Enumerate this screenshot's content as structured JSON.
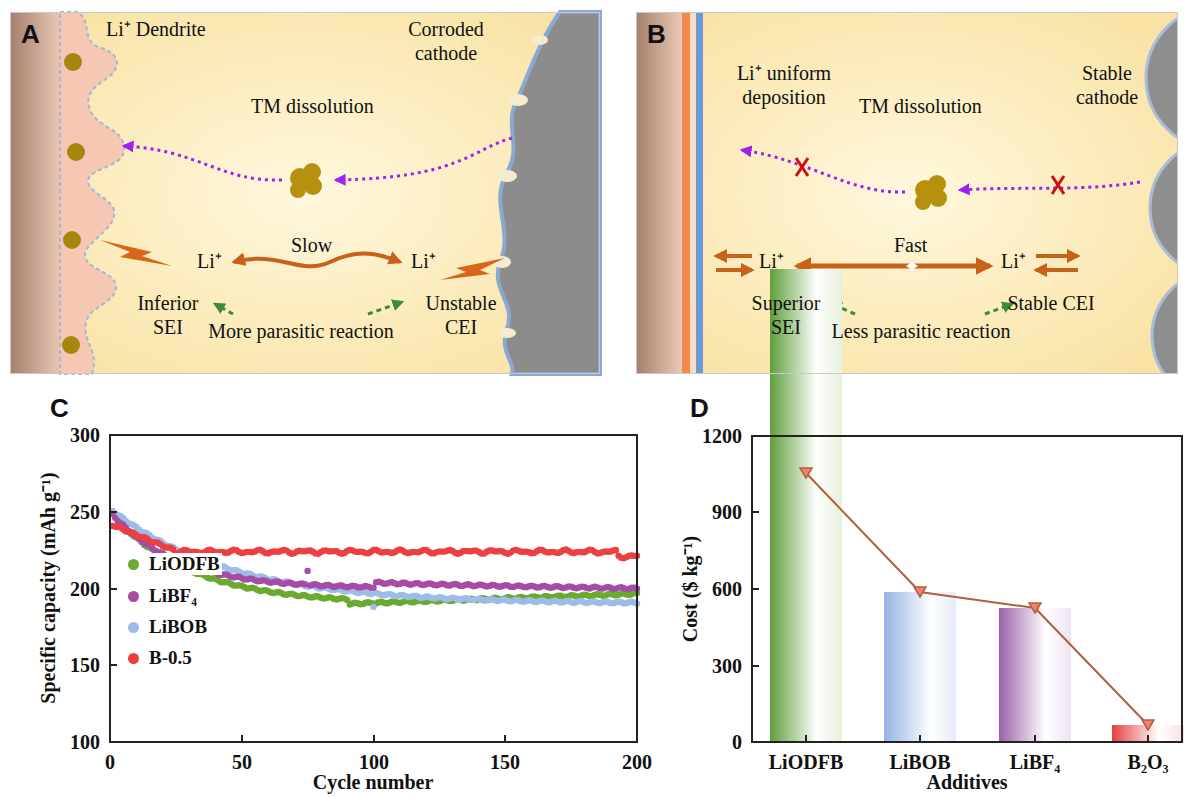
{
  "diagram": {
    "nodes": [
      {
        "text": [
          "A",
          "Li⁺ Dendrite",
          "Corroded cathode",
          "TM dissolution",
          "Slow",
          "Li⁺",
          "Li⁺",
          "Inferior SEI",
          "Unstable CEI",
          "More parasitic reaction"
        ]
      },
      {
        "text": [
          "B",
          "Li⁺ uniform deposition",
          "TM dissolution",
          "Stable cathode",
          "Fast",
          "Li⁺",
          "Li⁺",
          "Superior SEI",
          "Stable CEI",
          "Less parasitic reaction"
        ]
      }
    ],
    "labels": [
      "C",
      "Specific capacity (mAh g⁻¹)",
      "300",
      "250",
      "200",
      "150",
      "100",
      "0",
      "50",
      "100",
      "150",
      "200",
      "Cycle number",
      "D",
      "Cost ($ kg⁻¹)",
      "1200",
      "900",
      "600",
      "300",
      "0",
      "LiODFB",
      "LiBOB",
      "LiBF₄",
      "B₂O₃",
      "Additives"
    ],
    "legend": [
      {
        "text": "LiODFB",
        "color": "#6aaa2e"
      },
      {
        "text": "LiBF₄",
        "color": "#a64ca6"
      },
      {
        "text": "LiBOB",
        "color": "#9dbde8"
      },
      {
        "text": "B-0.5",
        "color": "#ec4040"
      }
    ]
  }
}
